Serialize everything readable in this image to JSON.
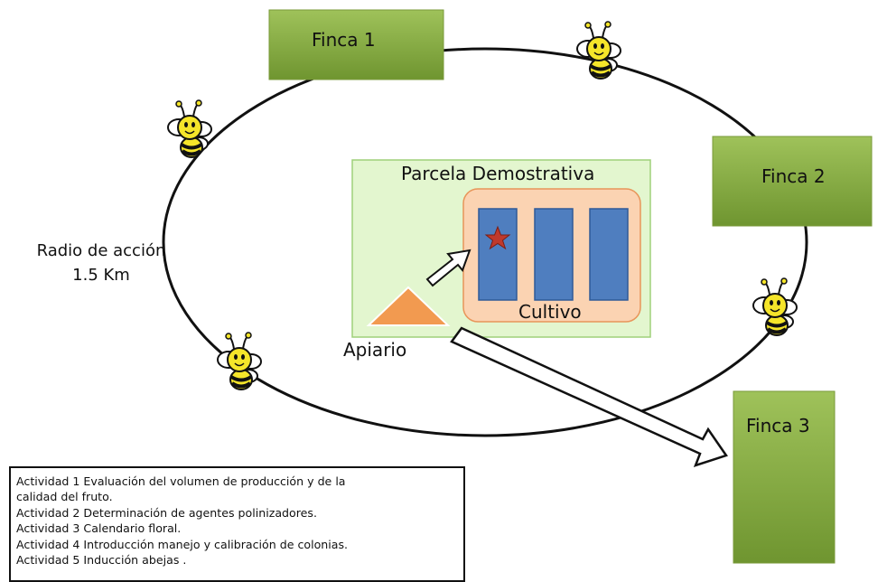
{
  "fincas": [
    "Finca 1",
    "Finca 2",
    "Finca 3"
  ],
  "parcela": {
    "title": "Parcela Demostrativa",
    "cultivo": "Cultivo"
  },
  "apiario": "Apiario",
  "radio": {
    "line1": "Radio de acción",
    "line2": "1.5 Km"
  },
  "activities": [
    "Actividad 1 Evaluación del volumen de producción y de la",
    "calidad del fruto.",
    "Actividad 2 Determinación de agentes polinizadores.",
    "Actividad 3 Calendario floral.",
    "Actividad 4 Introducción manejo y calibración de colonias.",
    "Actividad 5 Inducción abejas ."
  ],
  "colors": {
    "finca_green": "#8db040",
    "parcela_fill": "#e3f6cf",
    "cultivo_fill": "#fbd3b2",
    "bed_blue": "#4f7ebf",
    "apiario_orange": "#f29a50",
    "star_red": "#c0392b"
  }
}
